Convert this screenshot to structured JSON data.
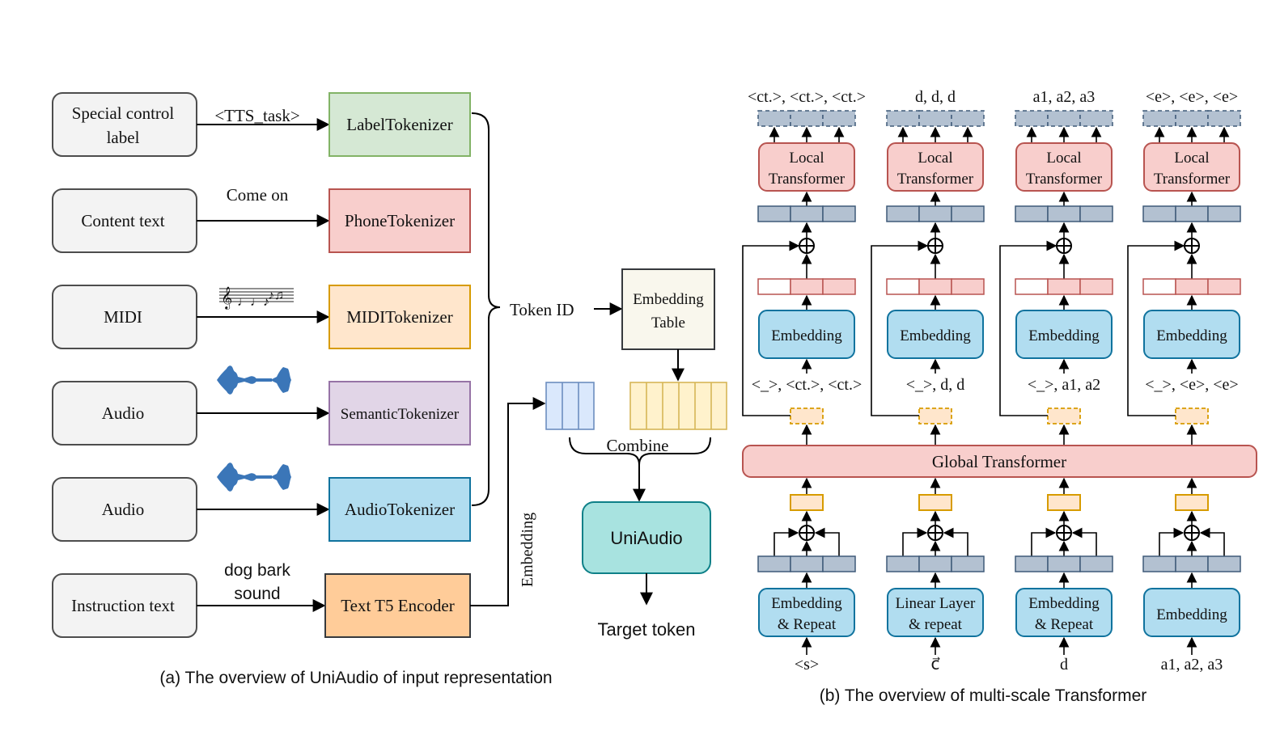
{
  "panel_a": {
    "caption": "(a) The overview of UniAudio of input representation",
    "inputs": [
      {
        "label_line1": "Special control",
        "label_line2": "label",
        "arrow_label": "<TTS_task>",
        "tokenizer": "LabelTokenizer",
        "fill": "#d5e8d4",
        "stroke": "#82b366"
      },
      {
        "label_line1": "Content text",
        "label_line2": "",
        "arrow_label": "Come on",
        "tokenizer": "PhoneTokenizer",
        "fill": "#f8cecc",
        "stroke": "#b85450"
      },
      {
        "label_line1": "MIDI",
        "label_line2": "",
        "arrow_label": "",
        "tokenizer": "MIDITokenizer",
        "fill": "#ffe6cc",
        "stroke": "#d79b00"
      },
      {
        "label_line1": "Audio",
        "label_line2": "",
        "arrow_label": "",
        "tokenizer": "SemanticTokenizer",
        "fill": "#e1d5e7",
        "stroke": "#9673a6"
      },
      {
        "label_line1": "Audio",
        "label_line2": "",
        "arrow_label": "",
        "tokenizer": "AudioTokenizer",
        "fill": "#b1ddf0",
        "stroke": "#10739e"
      },
      {
        "label_line1": "Instruction text",
        "label_line2": "",
        "arrow_label_line1": "dog bark",
        "arrow_label_line2": "sound",
        "tokenizer": "Text T5 Encoder",
        "fill": "#ffcc99",
        "stroke": "#36393d"
      }
    ],
    "token_id_label": "Token ID",
    "embedding_table_line1": "Embedding",
    "embedding_table_line2": "Table",
    "embedding_vertical_label": "Embedding",
    "combine_label": "Combine",
    "model_label": "UniAudio",
    "output_label": "Target token",
    "icons": [
      "music-notes-icon",
      "waveform-icon",
      "waveform-icon"
    ]
  },
  "panel_b": {
    "caption": "(b) The overview of multi-scale Transformer",
    "global_transformer_label": "Global Transformer",
    "local_transformer_line1": "Local",
    "local_transformer_line2": "Transformer",
    "embedding_label": "Embedding",
    "columns": [
      {
        "top_output": "<ct.>, <ct.>, <ct.>",
        "mid_input": "<_>, <ct.>, <ct.>",
        "bottom_box_line1": "Embedding",
        "bottom_box_line2": "& Repeat",
        "bottom_input": "<s>"
      },
      {
        "top_output": "d,    d,    d",
        "mid_input": "<_>, d, d",
        "bottom_box_line1": "Linear Layer",
        "bottom_box_line2": "& repeat",
        "bottom_input": "c⃗"
      },
      {
        "top_output": "a1,  a2,  a3",
        "mid_input": "<_>, a1, a2",
        "bottom_box_line1": "Embedding",
        "bottom_box_line2": "& Repeat",
        "bottom_input": "d"
      },
      {
        "top_output": "<e>, <e>, <e>",
        "mid_input": "<_>, <e>, <e>",
        "bottom_box_line1": "Embedding",
        "bottom_box_line2": "",
        "bottom_input": "a1, a2, a3"
      }
    ]
  },
  "colors": {
    "label_tokenizer": "#d5e8d4",
    "phone_tokenizer": "#f8cecc",
    "midi_tokenizer": "#ffe6cc",
    "semantic_tokenizer": "#e1d5e7",
    "audio_tokenizer": "#b1ddf0",
    "t5_encoder": "#ffcc99",
    "uniaudio": "#a8e3e0",
    "global_transformer": "#f8cecc",
    "embedding_table": "#f9f7ed",
    "waveform": "#3b76b8"
  }
}
